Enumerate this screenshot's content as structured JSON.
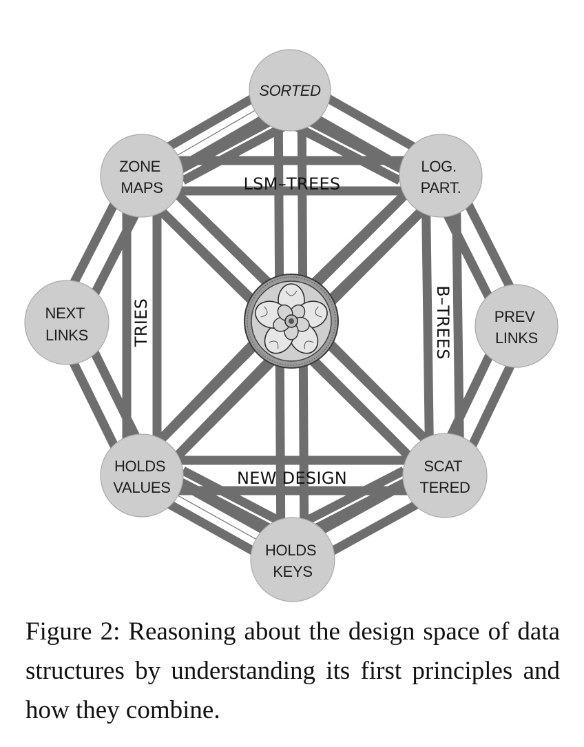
{
  "nodes": {
    "sorted": {
      "lines": [
        "SORTED"
      ]
    },
    "zone_maps": {
      "lines": [
        "ZONE",
        "MAPS"
      ]
    },
    "log_part": {
      "lines": [
        "LOG.",
        "PART."
      ]
    },
    "next_links": {
      "lines": [
        "NEXT",
        "LINKS"
      ]
    },
    "prev_links": {
      "lines": [
        "PREV",
        "LINKS"
      ]
    },
    "holds_values": {
      "lines": [
        "HOLDS",
        "VALUES"
      ]
    },
    "scattered": {
      "lines": [
        "SCAT",
        "TERED"
      ]
    },
    "holds_keys": {
      "lines": [
        "HOLDS",
        "KEYS"
      ]
    }
  },
  "bands": {
    "lsm_trees": "LSM–TREES",
    "tries": "TRIES",
    "b_trees": "B–TREES",
    "new_design": "NEW DESIGN"
  },
  "center": {
    "icon": "rosette-icon"
  },
  "colors": {
    "bar": "#6e6e6e",
    "node": "#cdcdcd",
    "text": "#111111"
  },
  "caption": "Figure 2: Reasoning about the design space of data structures by understanding its first principles and how they combine."
}
